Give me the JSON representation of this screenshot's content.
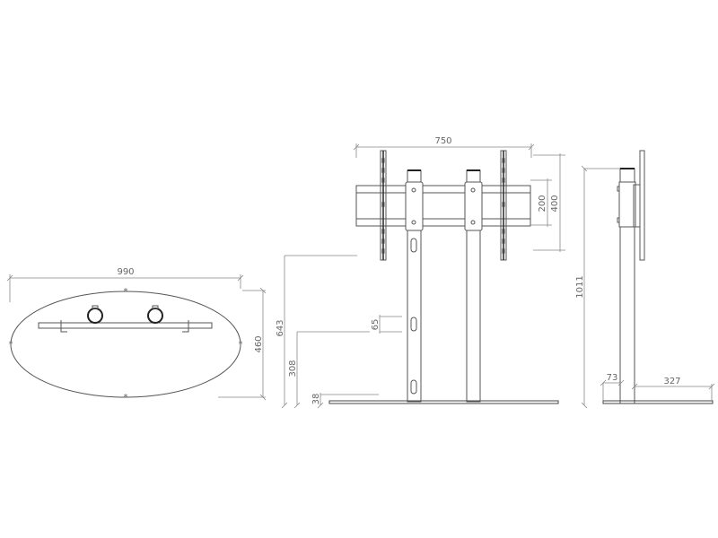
{
  "drawing": {
    "top_view": {
      "width_label": "990",
      "depth_label": "460"
    },
    "front_view": {
      "mount_width_label": "750",
      "vesa_small_label": "200",
      "vesa_large_label": "400",
      "total_height_label": "643",
      "mid_height_label": "308",
      "base_height_label": "38",
      "slot_label": "65"
    },
    "side_view": {
      "height_label": "1011",
      "pole_offset_label": "73",
      "base_depth_label": "327"
    },
    "colors": {
      "line": "#555555",
      "dimension": "#888888",
      "text": "#666666",
      "background": "#ffffff"
    }
  }
}
